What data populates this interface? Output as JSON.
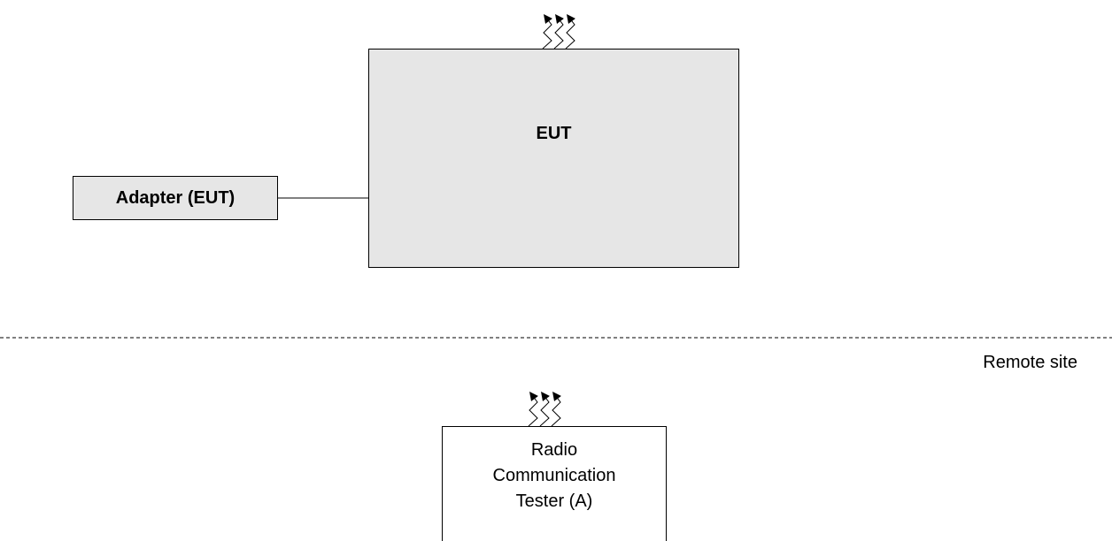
{
  "eut": {
    "label": "EUT"
  },
  "adapter": {
    "label": "Adapter (EUT)"
  },
  "remote_site": {
    "label": "Remote site"
  },
  "tester": {
    "label": "Radio\nCommunication\nTester (A)"
  },
  "icons": {
    "eut_antenna": "antenna-radiation-icon",
    "tester_antenna": "antenna-radiation-icon"
  },
  "colors": {
    "box_fill": "#e6e6e6",
    "line": "#000000",
    "background": "#ffffff"
  }
}
